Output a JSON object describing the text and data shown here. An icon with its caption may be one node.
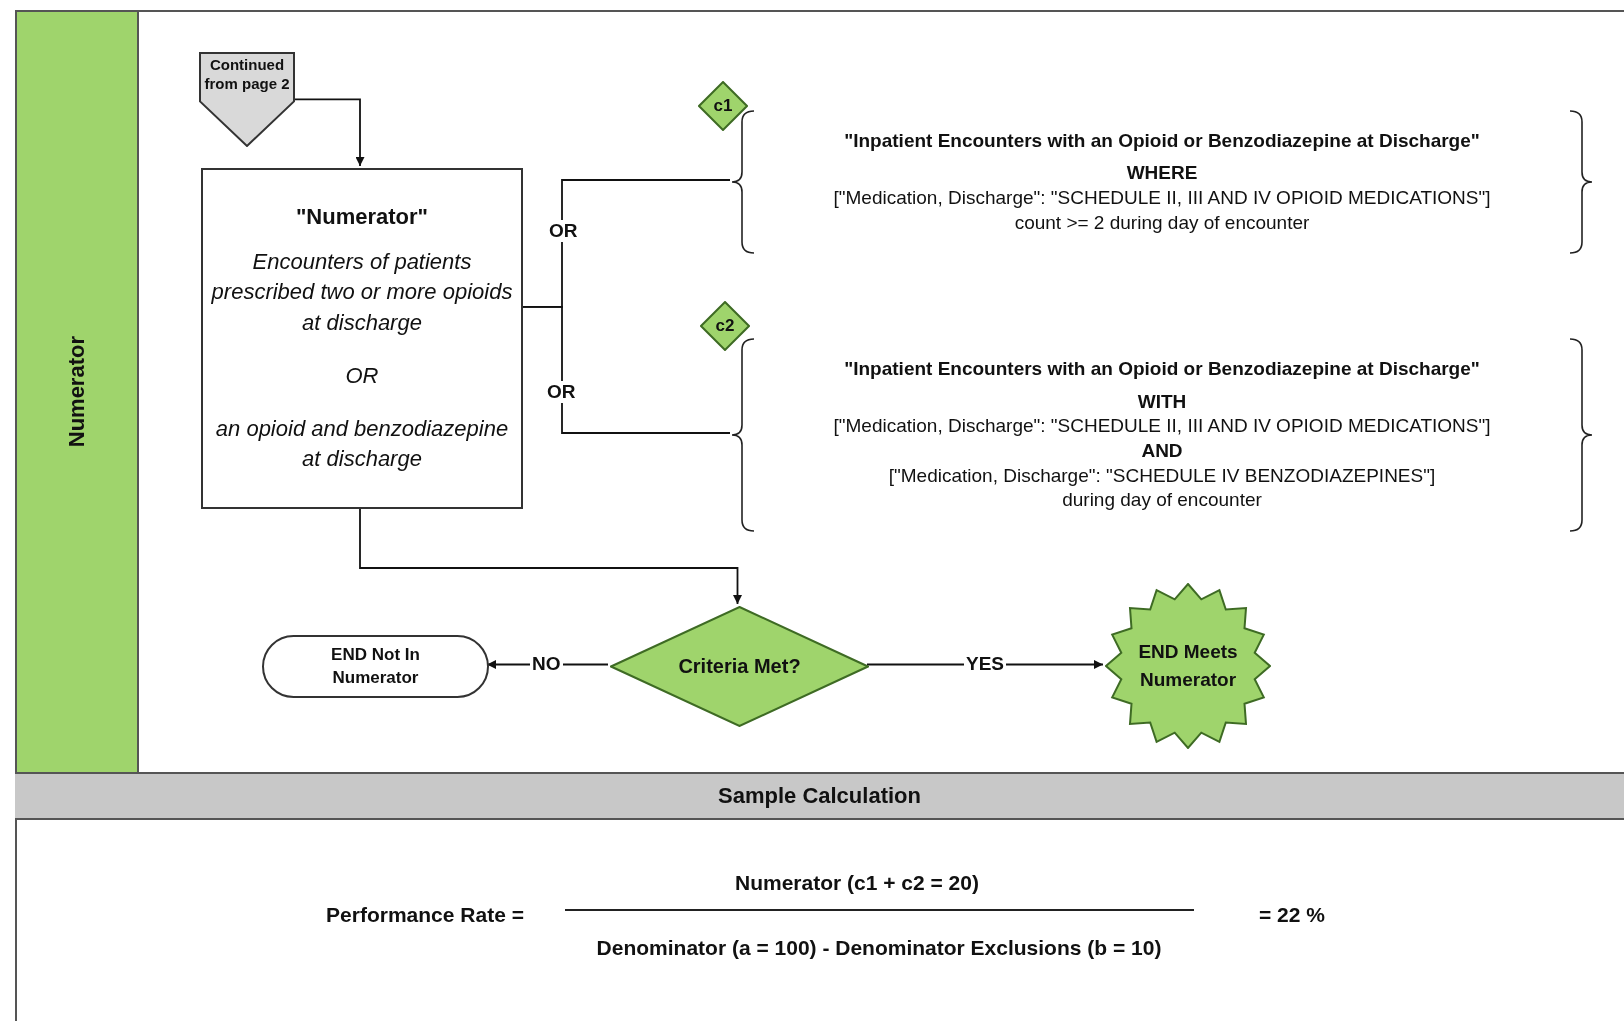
{
  "diagram": {
    "nodes": [
      {
        "text": [
          "Numerator"
        ]
      },
      {
        "text": [
          "Continued from page 2"
        ],
        "in": 0
      },
      {
        "text": [
          "\"Numerator\"",
          "Encounters of patients prescribed two or more opioids at discharge",
          "OR",
          "an opioid and benzodiazepine at discharge"
        ],
        "in": 0
      },
      {
        "text": [
          "c1"
        ],
        "in": 0
      },
      {
        "text": [
          "\"Inpatient Encounters with an Opioid or Benzodiazepine at Discharge\"",
          "WHERE",
          "[\"Medication, Discharge\": \"SCHEDULE II, III AND IV OPIOID MEDICATIONS\"]",
          "count >= 2 during day of encounter"
        ],
        "in": 0
      },
      {
        "text": [
          "c2"
        ],
        "in": 0
      },
      {
        "text": [
          "\"Inpatient Encounters with an Opioid or Benzodiazepine at Discharge\"",
          "WITH",
          "[\"Medication, Discharge\": \"SCHEDULE II, III AND IV OPIOID MEDICATIONS\"]",
          "AND",
          "[\"Medication, Discharge\": \"SCHEDULE IV BENZODIAZEPINES\"]",
          "during day of encounter"
        ],
        "in": 0
      },
      {
        "text": [
          "Criteria Met?"
        ],
        "in": 0
      },
      {
        "text": [
          "END Not In Numerator"
        ],
        "in": 0
      },
      {
        "text": [
          "END Meets Numerator"
        ],
        "in": 0
      },
      {
        "text": [
          "Sample Calculation"
        ]
      }
    ],
    "edges": [
      {
        "from": 1,
        "to": 2,
        "arrow": "to"
      },
      {
        "from": 2,
        "to": 4,
        "arrow": "none",
        "label": "OR"
      },
      {
        "from": 2,
        "to": 6,
        "arrow": "none",
        "label": "OR"
      },
      {
        "from": 2,
        "to": 7,
        "arrow": "to"
      },
      {
        "from": 7,
        "to": 8,
        "arrow": "to",
        "label": "NO"
      },
      {
        "from": 7,
        "to": 9,
        "arrow": "to",
        "label": "YES"
      }
    ],
    "labels": [
      "Performance Rate =",
      "Numerator (c1 + c2 = 20)",
      "Denominator (a = 100) - Denominator Exclusions (b = 10)",
      "= 22 %"
    ]
  }
}
